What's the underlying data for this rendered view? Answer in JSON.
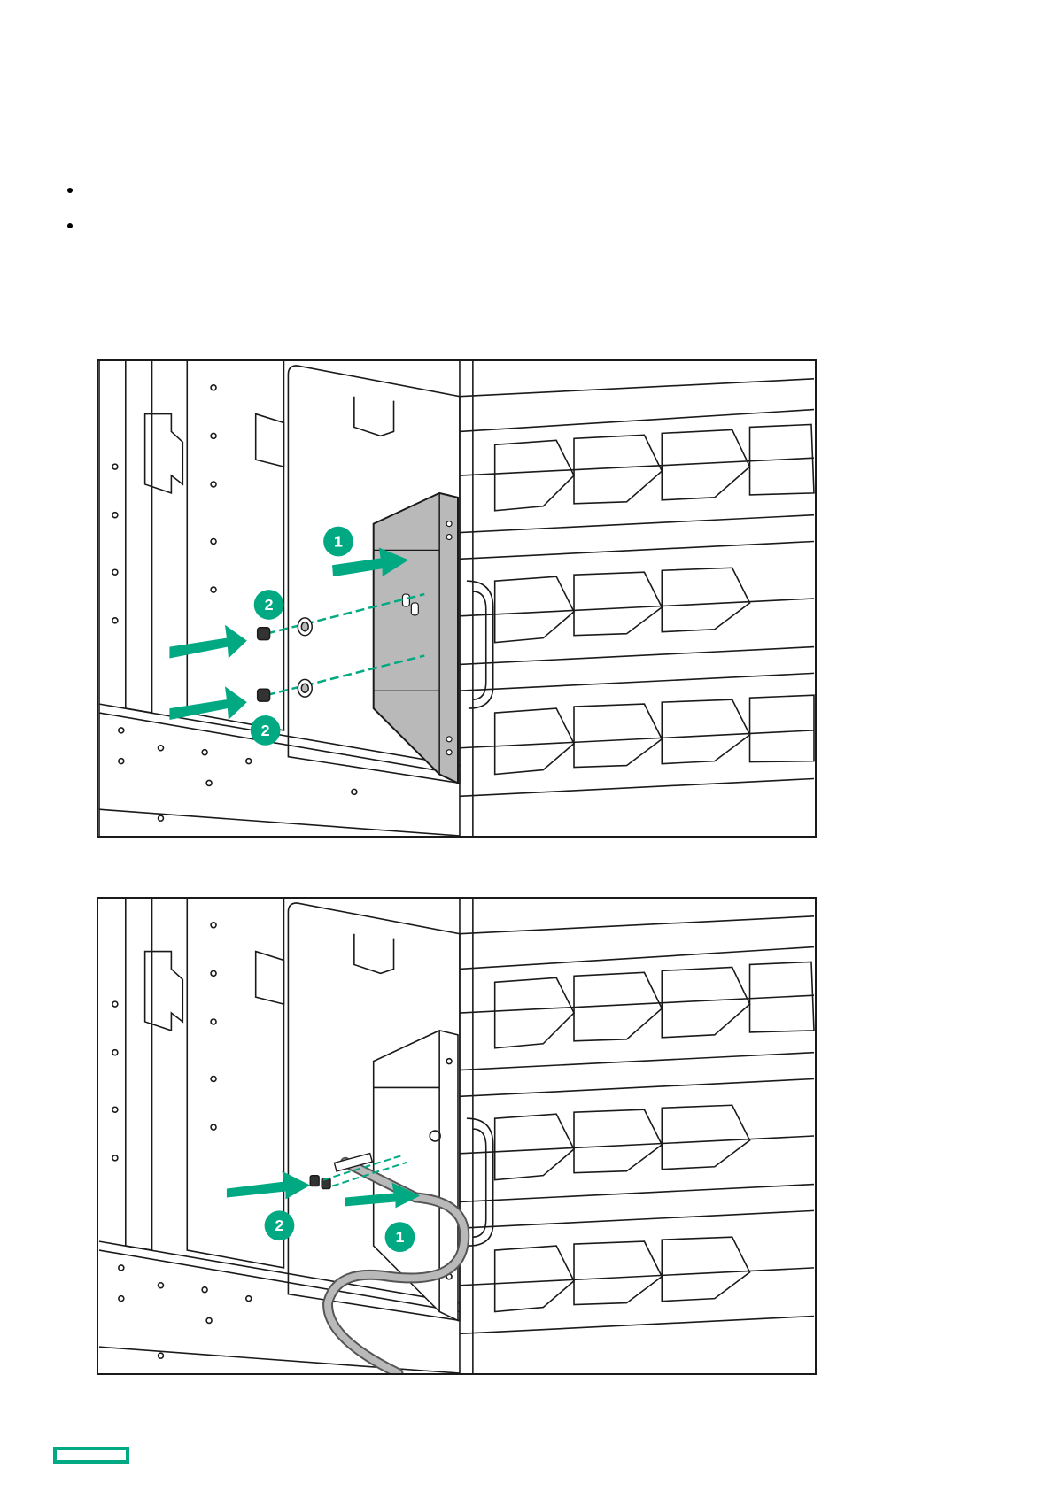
{
  "document": {
    "bullets": [
      "",
      ""
    ]
  },
  "figures": [
    {
      "callouts": [
        {
          "label": "1"
        },
        {
          "label": "2"
        },
        {
          "label": "2"
        }
      ]
    },
    {
      "callouts": [
        {
          "label": "1"
        },
        {
          "label": "2"
        }
      ]
    }
  ],
  "colors": {
    "accent": "#01a982",
    "line": "#1a1a1a",
    "bracket": "#b9b9b9"
  },
  "footer": {
    "logo_icon": "hpe-logo-icon"
  }
}
